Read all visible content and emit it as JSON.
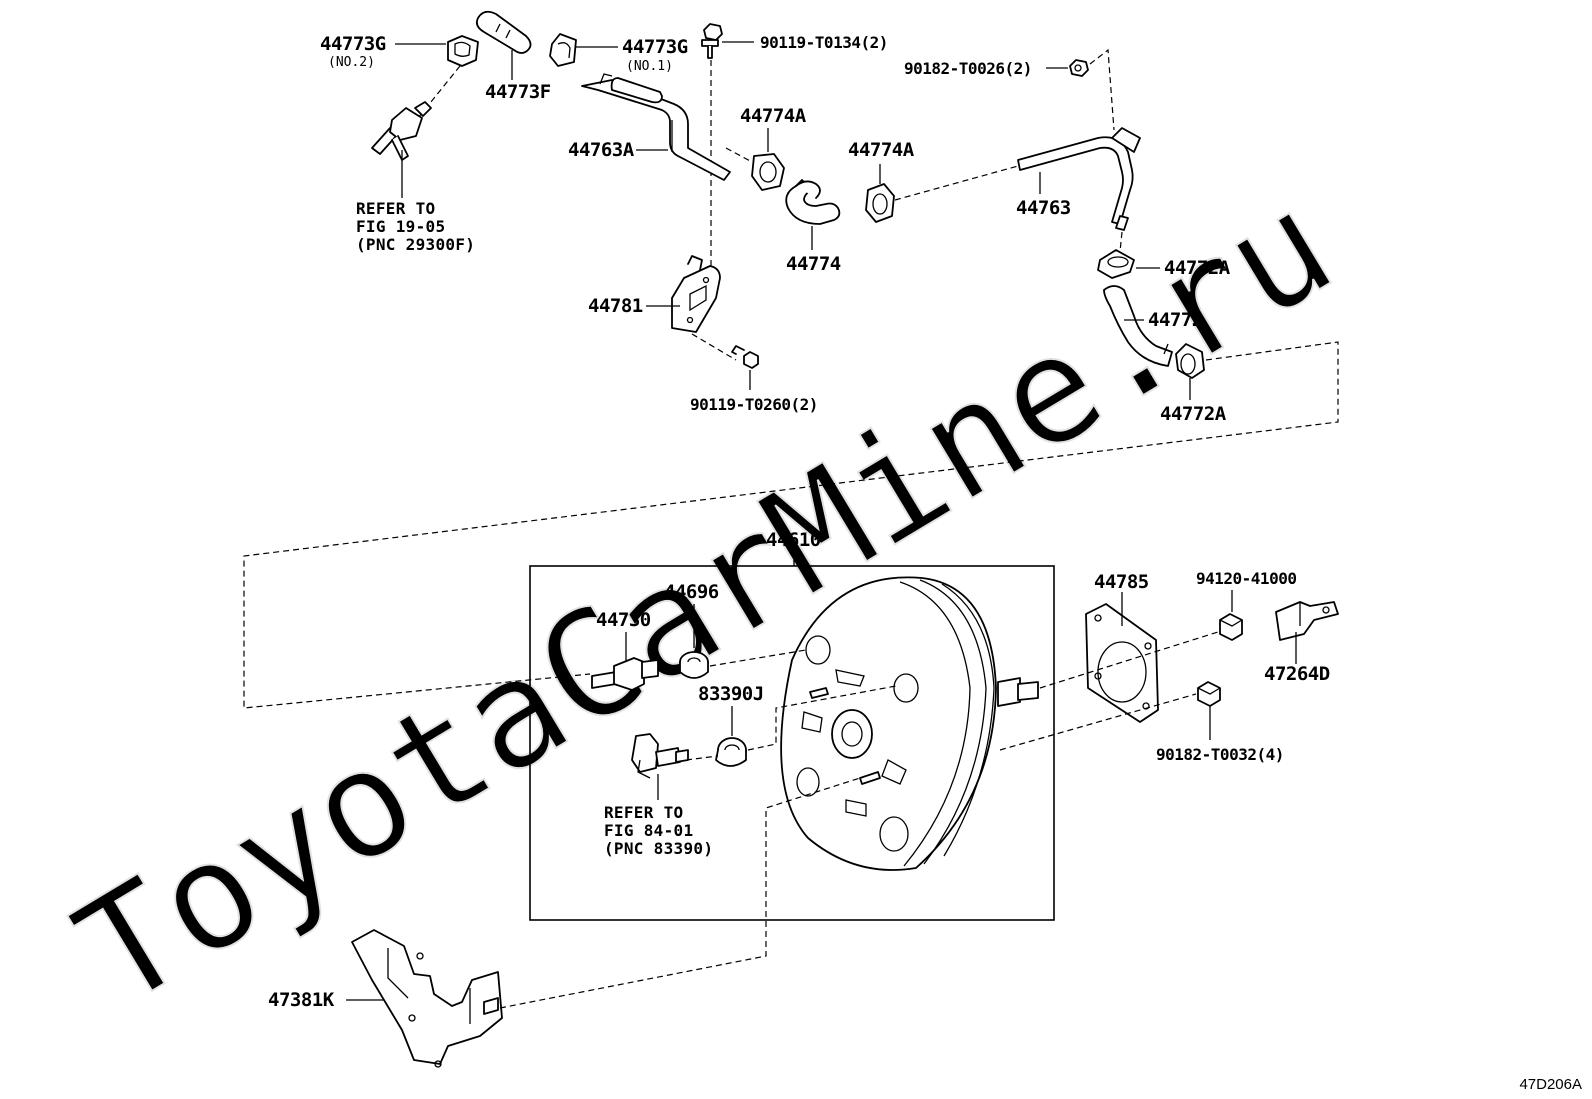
{
  "watermark": "ToyotaCarMine.ru",
  "diagram_code": "47D206A",
  "parts": {
    "p44773G_no2": "44773G",
    "p44773G_no2_note": "(NO.2)",
    "p44773F": "44773F",
    "p44773G_no1": "44773G",
    "p44773G_no1_note": "(NO.1)",
    "p90119_T0134": "90119-T0134(2)",
    "p90182_T0026": "90182-T0026(2)",
    "p44763A": "44763A",
    "p44774A_a": "44774A",
    "p44774A_b": "44774A",
    "p44774": "44774",
    "p44763": "44763",
    "p44772A_a": "44772A",
    "p44772": "44772",
    "p44772A_b": "44772A",
    "p44781": "44781",
    "p90119_T0260": "90119-T0260(2)",
    "p44610": "44610",
    "p44696": "44696",
    "p44730": "44730",
    "p83390J": "83390J",
    "p44785": "44785",
    "p94120_41000": "94120-41000",
    "p47264D": "47264D",
    "p90182_T0032": "90182-T0032(4)",
    "p47381K": "47381K"
  },
  "refs": {
    "ref_top": {
      "line1": "REFER TO",
      "line2": "FIG 19-05",
      "line3": "(PNC 29300F)"
    },
    "ref_mid": {
      "line1": "REFER TO",
      "line2": "FIG 84-01",
      "line3": "(PNC 83390)"
    }
  }
}
